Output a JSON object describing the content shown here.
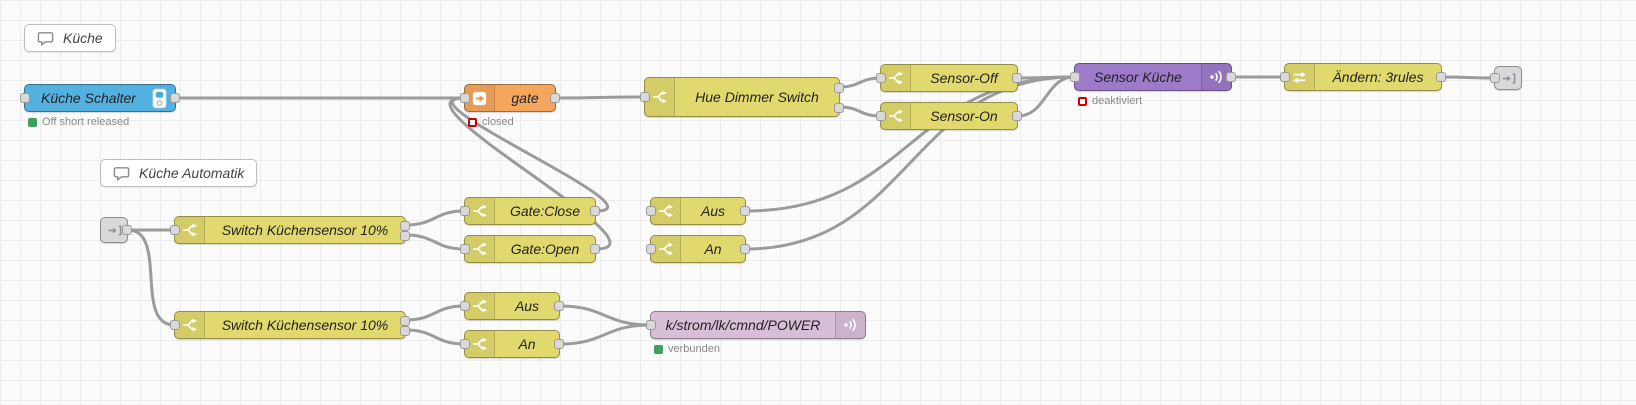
{
  "colors": {
    "node_yellow": "#e2d96e",
    "node_blue": "#53b1e0",
    "node_orange": "#f5a55c",
    "node_purple": "#9e7bc8",
    "node_thistle": "#d8bfd8",
    "node_gray": "#d9d9d9",
    "wire": "#9b9b9b",
    "status_green": "#3da05f",
    "status_red": "#cc0000"
  },
  "icons": {
    "comment": "speech-bubble",
    "switch": "fork-arrows",
    "gate": "white-box-arrow",
    "change": "exchange-arrows",
    "broadcast": "signal-waves",
    "link": "arrow-to-bracket",
    "ui_switch": "toggle-widget"
  },
  "comments": {
    "kueche": {
      "label": "Küche"
    },
    "kueche_automatik": {
      "label": "Küche Automatik"
    }
  },
  "nodes": {
    "kueche_schalter": {
      "label": "Küche Schalter",
      "status": "Off short released"
    },
    "gate": {
      "label": "gate",
      "status": "closed"
    },
    "hue_dimmer_switch": {
      "label": "Hue Dimmer Switch"
    },
    "sensor_off": {
      "label": "Sensor-Off"
    },
    "sensor_on": {
      "label": "Sensor-On"
    },
    "sensor_kueche": {
      "label": "Sensor Küche",
      "status": "deaktiviert"
    },
    "aendern_3rules": {
      "label": "Ändern: 3rules"
    },
    "switch_kuechensensor_a": {
      "label": "Switch Küchensensor 10%"
    },
    "gate_close": {
      "label": "Gate:Close"
    },
    "gate_open": {
      "label": "Gate:Open"
    },
    "aus_gate": {
      "label": "Aus"
    },
    "an_gate": {
      "label": "An"
    },
    "switch_kuechensensor_b": {
      "label": "Switch Küchensensor 10%"
    },
    "aus_power": {
      "label": "Aus"
    },
    "an_power": {
      "label": "An"
    },
    "mqtt_power": {
      "label": "k/strom/lk/cmnd/POWER",
      "status": "verbunden"
    }
  }
}
